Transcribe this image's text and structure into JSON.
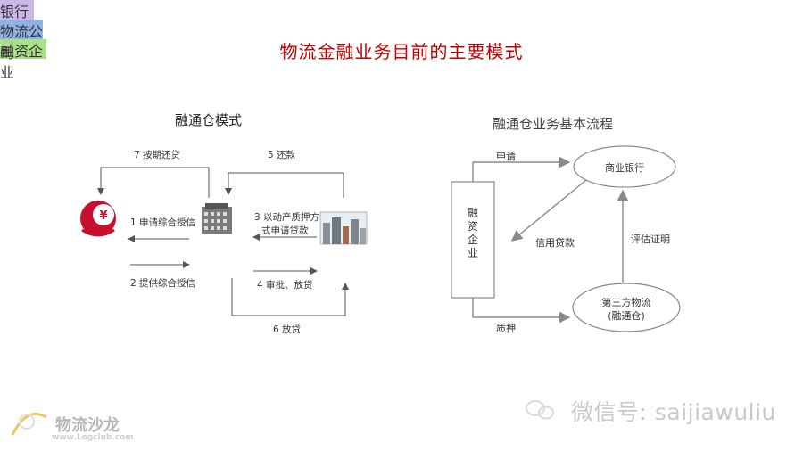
{
  "title": "物流金融业务目前的主要模式",
  "left_diagram": {
    "title": "融通仓模式",
    "nodes": {
      "bank": "银行",
      "logistics": "物流公司",
      "enterprise": "融资企业"
    },
    "labels": {
      "step7": "7 按期还贷",
      "step5": "5 还款",
      "step1": "1 申请综合授信",
      "step2": "2 提供综合授信",
      "step3a": "3 以动产质押方",
      "step3b": "式申请贷款",
      "step4": "4 审批、放贷",
      "step6": "6 放贷"
    }
  },
  "right_diagram": {
    "title": "融通仓业务基本流程",
    "nodes": {
      "enterprise": "融资企业",
      "bank": "商业银行",
      "third_party_a": "第三方物流",
      "third_party_b": "(融通仓)"
    },
    "labels": {
      "apply": "申请",
      "credit_loan": "信用贷款",
      "evaluation": "评估证明",
      "pledge": "质押"
    }
  },
  "watermark": {
    "wechat": "微信号: saijiawuliu",
    "logo_name": "物流沙龙",
    "logo_url": "www.Logclub.com"
  }
}
